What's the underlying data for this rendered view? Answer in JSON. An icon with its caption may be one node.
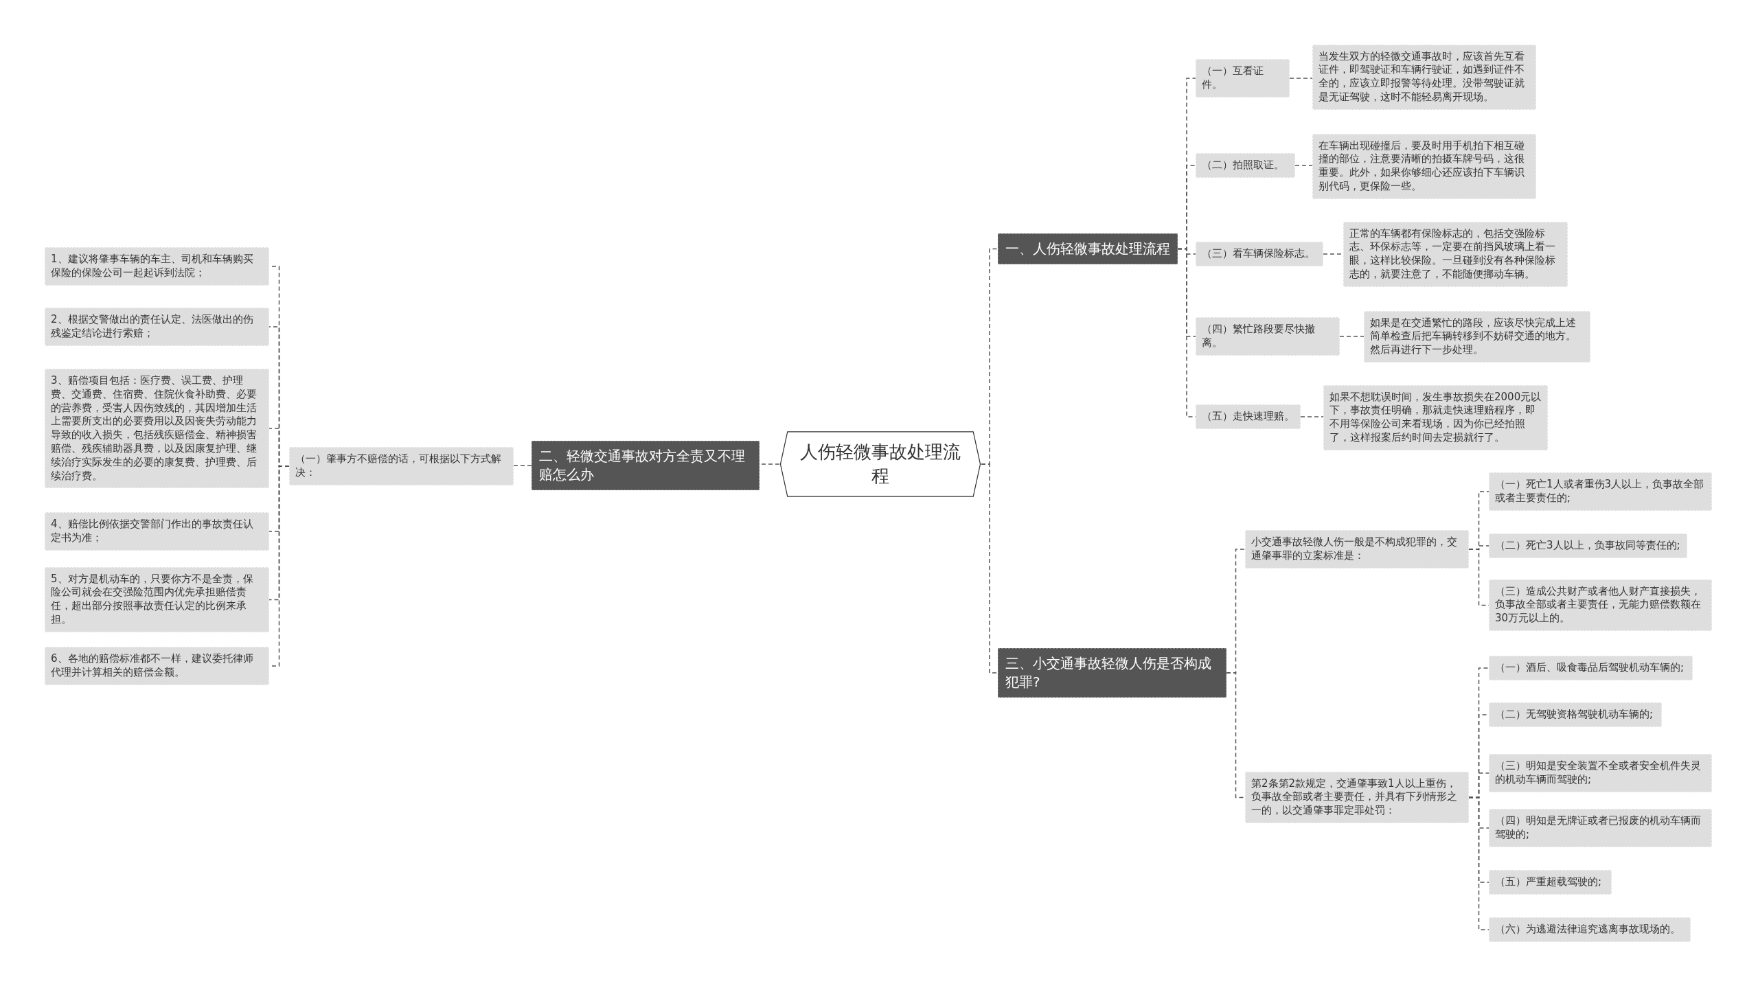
{
  "diagram": {
    "nodes": [
      {
        "text": [
          "人伤轻微事故处理流程"
        ]
      },
      {
        "text": [
          "一、人伤轻微事故处理流程"
        ]
      },
      {
        "text": [
          "（一）互看证件。"
        ]
      },
      {
        "text": [
          "当发生双方的轻微交通事故时，应该首先互看证件，即驾驶证和车辆行驶证，如遇到证件不全的，应该立即报警等待处理。没带驾驶证就是无证驾驶，这时不能轻易离开现场。"
        ]
      },
      {
        "text": [
          "（二）拍照取证。"
        ]
      },
      {
        "text": [
          "在车辆出现碰撞后，要及时用手机拍下相互碰撞的部位，注意要清晰的拍摄车牌号码，这很重要。此外，如果你够细心还应该拍下车辆识别代码，更保险一些。"
        ]
      },
      {
        "text": [
          "（三）看车辆保险标志。"
        ]
      },
      {
        "text": [
          "正常的车辆都有保险标志的，包括交强险标志、环保标志等，一定要在前挡风玻璃上看一眼，这样比较保险。一旦碰到没有各种保险标志的，就要注意了，不能随便挪动车辆。"
        ]
      },
      {
        "text": [
          "（四）繁忙路段要尽快撤离。"
        ]
      },
      {
        "text": [
          "如果是在交通繁忙的路段，应该尽快完成上述简单检查后把车辆转移到不妨碍交通的地方。然后再进行下一步处理。"
        ]
      },
      {
        "text": [
          "（五）走快速理赔。"
        ]
      },
      {
        "text": [
          "如果不想耽误时间，发生事故损失在2000元以下，事故责任明确，那就走快速理赔程序，即不用等保险公司来看现场，因为你已经拍照了，这样报案后约时间去定损就行了。"
        ]
      },
      {
        "text": [
          "二、轻微交通事故对方全责又不理赔怎么办"
        ]
      },
      {
        "text": [
          "（一）肇事方不赔偿的话，可根据以下方式解决："
        ]
      },
      {
        "text": [
          "1、建议将肇事车辆的车主、司机和车辆购买保险的保险公司一起起诉到法院；"
        ]
      },
      {
        "text": [
          "2、根据交警做出的责任认定、法医做出的伤残鉴定结论进行索赔；"
        ]
      },
      {
        "text": [
          "3、赔偿项目包括：医疗费、误工费、护理费、交通费、住宿费、住院伙食补助费、必要的营养费，受害人因伤致残的，其因增加生活上需要所支出的必要费用以及因丧失劳动能力导致的收入损失，包括残疾赔偿金、精神损害赔偿、残疾辅助器具费，以及因康复护理、继续治疗实际发生的必要的康复费、护理费、后续治疗费。"
        ]
      },
      {
        "text": [
          "4、赔偿比例依据交警部门作出的事故责任认定书为准；"
        ]
      },
      {
        "text": [
          "5、对方是机动车的，只要你方不是全责，保险公司就会在交强险范围内优先承担赔偿责任，超出部分按照事故责任认定的比例来承担。"
        ]
      },
      {
        "text": [
          "6、各地的赔偿标准都不一样，建议委托律师代理并计算相关的赔偿金额。"
        ]
      },
      {
        "text": [
          "三、小交通事故轻微人伤是否构成犯罪?"
        ]
      },
      {
        "text": [
          "小交通事故轻微人伤一般是不构成犯罪的，交通肇事罪的立案标准是："
        ]
      },
      {
        "text": [
          "（一）死亡1人或者重伤3人以上，负事故全部或者主要责任的;"
        ]
      },
      {
        "text": [
          "（二）死亡3人以上，负事故同等责任的;"
        ]
      },
      {
        "text": [
          "（三）造成公共财产或者他人财产直接损失，负事故全部或者主要责任，无能力赔偿数额在30万元以上的。"
        ]
      },
      {
        "text": [
          "第2条第2款规定，交通肇事致1人以上重伤，负事故全部或者主要责任，并具有下列情形之一的，以交通肇事罪定罪处罚："
        ]
      },
      {
        "text": [
          "（一）酒后、吸食毒品后驾驶机动车辆的;"
        ]
      },
      {
        "text": [
          "（二）无驾驶资格驾驶机动车辆的;"
        ]
      },
      {
        "text": [
          "（三）明知是安全装置不全或者安全机件失灵的机动车辆而驾驶的;"
        ]
      },
      {
        "text": [
          "（四）明知是无牌证或者已报废的机动车辆而驾驶的;"
        ]
      },
      {
        "text": [
          "（五）严重超载驾驶的;"
        ]
      },
      {
        "text": [
          "（六）为逃避法律追究逃离事故现场的。"
        ]
      }
    ],
    "edges": [
      {
        "from": 0,
        "to": 1,
        "arrow": "none",
        "style": "dashed"
      },
      {
        "from": 1,
        "to": 2,
        "arrow": "none",
        "style": "dashed"
      },
      {
        "from": 2,
        "to": 3,
        "arrow": "none",
        "style": "dashed"
      },
      {
        "from": 1,
        "to": 4,
        "arrow": "none",
        "style": "dashed"
      },
      {
        "from": 4,
        "to": 5,
        "arrow": "none",
        "style": "dashed"
      },
      {
        "from": 1,
        "to": 6,
        "arrow": "none",
        "style": "dashed"
      },
      {
        "from": 6,
        "to": 7,
        "arrow": "none",
        "style": "dashed"
      },
      {
        "from": 1,
        "to": 8,
        "arrow": "none",
        "style": "dashed"
      },
      {
        "from": 8,
        "to": 9,
        "arrow": "none",
        "style": "dashed"
      },
      {
        "from": 1,
        "to": 10,
        "arrow": "none",
        "style": "dashed"
      },
      {
        "from": 10,
        "to": 11,
        "arrow": "none",
        "style": "dashed"
      },
      {
        "from": 0,
        "to": 12,
        "arrow": "none",
        "style": "dashed"
      },
      {
        "from": 12,
        "to": 13,
        "arrow": "none",
        "style": "dashed"
      },
      {
        "from": 13,
        "to": 14,
        "arrow": "none",
        "style": "dashed"
      },
      {
        "from": 13,
        "to": 15,
        "arrow": "none",
        "style": "dashed"
      },
      {
        "from": 13,
        "to": 16,
        "arrow": "none",
        "style": "dashed"
      },
      {
        "from": 13,
        "to": 17,
        "arrow": "none",
        "style": "dashed"
      },
      {
        "from": 13,
        "to": 18,
        "arrow": "none",
        "style": "dashed"
      },
      {
        "from": 13,
        "to": 19,
        "arrow": "none",
        "style": "dashed"
      },
      {
        "from": 0,
        "to": 20,
        "arrow": "none",
        "style": "dashed"
      },
      {
        "from": 20,
        "to": 21,
        "arrow": "none",
        "style": "dashed"
      },
      {
        "from": 21,
        "to": 22,
        "arrow": "none",
        "style": "dashed"
      },
      {
        "from": 21,
        "to": 23,
        "arrow": "none",
        "style": "dashed"
      },
      {
        "from": 21,
        "to": 24,
        "arrow": "none",
        "style": "dashed"
      },
      {
        "from": 20,
        "to": 25,
        "arrow": "none",
        "style": "dashed"
      },
      {
        "from": 25,
        "to": 26,
        "arrow": "none",
        "style": "dashed"
      },
      {
        "from": 25,
        "to": 27,
        "arrow": "none",
        "style": "dashed"
      },
      {
        "from": 25,
        "to": 28,
        "arrow": "none",
        "style": "dashed"
      },
      {
        "from": 25,
        "to": 29,
        "arrow": "none",
        "style": "dashed"
      },
      {
        "from": 25,
        "to": 30,
        "arrow": "none",
        "style": "dashed"
      },
      {
        "from": 25,
        "to": 31,
        "arrow": "none",
        "style": "dashed"
      }
    ]
  }
}
